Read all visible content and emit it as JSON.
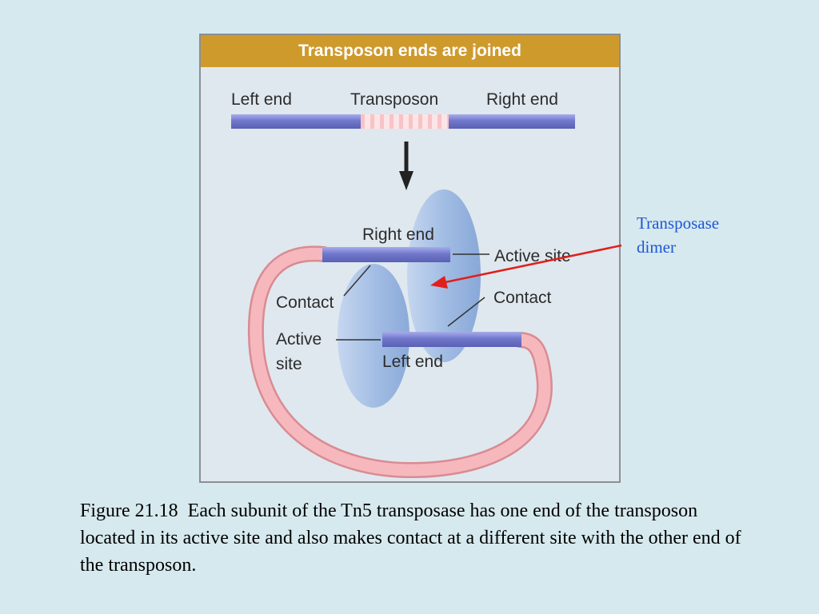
{
  "figure": {
    "title": "Transposon ends are joined",
    "top_labels": {
      "left_end": "Left end",
      "transposon": "Transposon",
      "right_end": "Right end"
    },
    "complex_labels": {
      "right_end": "Right end",
      "active_site_right": "Active site",
      "contact_left": "Contact",
      "contact_right": "Contact",
      "active_site_left_line1": "Active",
      "active_site_left_line2": "site",
      "left_end": "Left end"
    }
  },
  "callout": {
    "line1": "Transposase",
    "line2": "dimer"
  },
  "caption": {
    "text": "Figure 21.18  Each subunit of the Tn5 transposase has one end of the transposon located in its active site and also makes contact at a different site with the other end of the transposon."
  },
  "colors": {
    "background": "#d6e9ee",
    "header": "#cf9a2c",
    "dna_blue": "#7b82d0",
    "loop_pink": "#f4b2b7",
    "protein_blue": "#9db8e2",
    "callout_text": "#1f57d6",
    "callout_arrow": "#e0201c"
  }
}
